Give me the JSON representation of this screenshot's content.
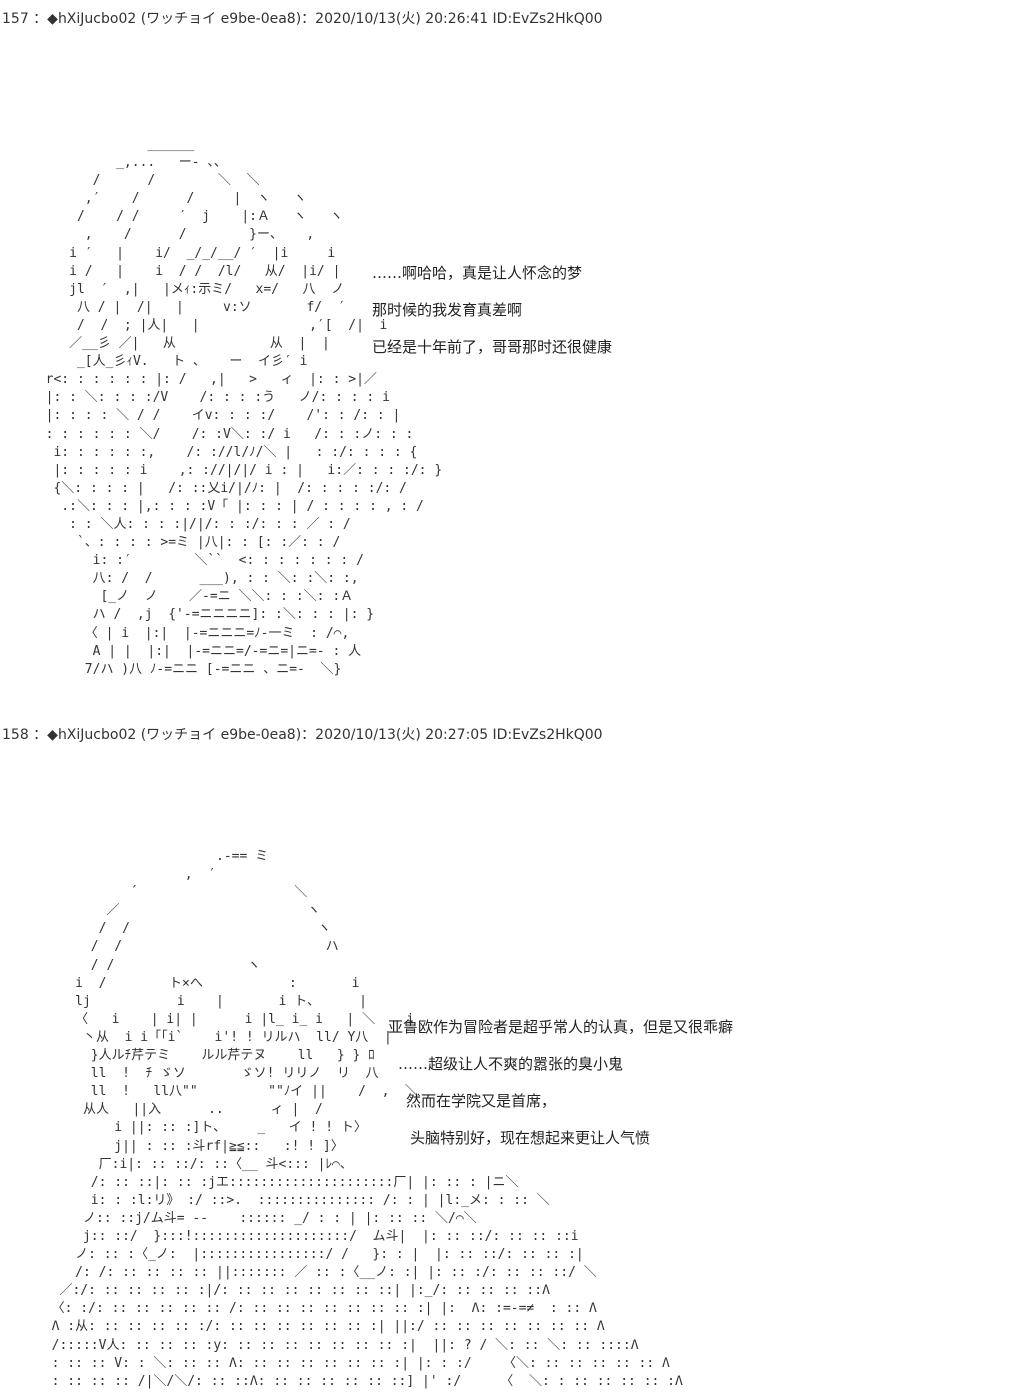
{
  "posts": [
    {
      "header": "157 ：◆hXiJucbo02 (ワッチョイ e9be-0ea8)：2020/10/13(火) 20:26:41 ID:EvZs2HkQ00",
      "lines": [
        "……啊哈哈，真是让人怀念的梦",
        "那时候的我发育真差啊",
        "已经是十年前了，哥哥那时还很健康"
      ],
      "art": "               ______\n           _,...   ー- 、、\n        /      /        ＼  ＼\n       ,′    /      /     |  ヽ   ヽ\n      /    / /     ′  j    |:Ａ   ヽ   ヽ\n       ,    /      /        }ー、   ,\n     i ′   |    i/  _/_/__/ ′  |i     i\n     i /   |    i  / /  /l/   从/  |i/ |\n     jl  ′  ,|   |メｨ:示ミ/   x=/   八  ノ\n      八 / |  /|   |     v:ソ       f/  ′\n      /  /  ; |人|   |              ,′[  /|  i\n     ／__彡 ／|   从            从  |  |\n      _[人_彡ｨV.   ト 、   ー  イ彡′ i\n  r<: : : : : : |: /   ,|   >   ィ  |: : >|／\n  |: : ＼: : : :/V    /: : : :う   ノ/: : : : i\n  |: : : : ＼ / /    イv: : : :/    /': : /: : |\n  : : : : : : ＼/    /: :V＼: :/ i   /: : :ノ: : :\n   i: : : : : :,    /: ://l/ﾉ/＼ |   : :/: : : : {\n   |: : : : : i    ,: ://|/|/ i : |   i:／: : : :/: }\n   {＼: : : : |   /: ::乂i/|/ﾉ: |  /: : : : :/: /\n    .:＼: : : |,: : : :V「 |: : : | / : : : : , : /\n     : : ＼人: : : :|/|/: : :/: : : ／ : /\n      `、: : : : >=ミ |八|: : [: :／: : /\n        i: :′        ＼``  <: : : : : : : /\n        八: /  /      ___), : : ＼: :＼: :,\n         [_ノ  ノ    ／-=ニ ＼＼: : :＼: :Ａ\n        ハ /  ,j  {'-=ニニニニ]: :＼: : : |: }\n       〈 | i  |:|  |-=ニニニ=ﾉ-一ミ  : /⌒,\n        A | |  |:|  |-=ニニ=/-=ニ=|ニ=- : 人\n       7/ハ )八 ﾉ-=ニニ [-=ニニ 、ニ=-  ＼}"
    },
    {
      "header": "158 ：◆hXiJucbo02 (ワッチョイ e9be-0ea8)：2020/10/13(火) 20:27:05 ID:EvZs2HkQ00",
      "lines": [
        "亚鲁欧作为冒险者是超乎常人的认真，但是又很乖癖",
        "……超级让人不爽的嚣张的臭小鬼",
        "然而在学院又是首席，",
        "头脑特别好，现在想起来更让人气愤"
      ],
      "art": "                       .-== ミ\n                   ,  ′\n            ´                    ＼\n         ／                        ヽ\n        /  /                        ヽ\n       /  /                          ハ\n       / /                 ヽ\n     i  /        ト×へ           :       i\n     lj           i    |       i ト、     |\n     〈   i    | i| |      i |l_ i_ i   | ＼    i\n      丶从  i i「「i`    i'! ! リルハ  ll/ Y八  |\n       }人ルﾁ芹テミ    ルル芹テヌ    ll   } } ﾛ\n       ll  !  ﾁ ゞソ       ゞソ! リリノ  リ  八\n       ll  !   ll八\"\"         \"\"ﾉイ ||    /  ,  ＼\n      从人   ||入      ..      ィ |  /\n          i ||: :: :]ト、    _   イ ! ! ト〉\n          j|| : :: :斗rf|≧≦::   :! ! ]〉\n        厂:i|: :: ::/: ::〈__ 斗<::: |ﾚ⌒、\n       /: :: ::|: :: :jエ:::::::::::::::::::::厂| |: :: : |ニ＼\n       i: : :l:リ》 :/ ::>.  ::::::::::::::: /: : | |l:_メ: : :: ＼\n      ノ:: ::j/ム斗= --    :::::: _/ : : | |: :: :: ＼/⌒＼\n      j:: ::/  }:::!::::::::::::::::::::/  ム斗|  |: :: ::/: :: :: ::i\n     ノ: :: :〈_ノ:  |::::::::::::::::/ /   }: : |  |: :: ::/: :: :: :|\n     /: /: :: :: :: :: ||::::::: ／ :: :〈__ノ: :| |: :: :/: :: :: ::/ ＼\n   ／:/: :: :: :: :: :|/: :: :: :: :: :: :: ::| |:_/: :: :: :: ::Λ\n  〈: :/: :: :: :: :: :: /: :: :: :: :: :: :: :: :| |:  Λ: :=-=≠  : :: Λ\n  Λ :从: :: :: :: :: :/: :: :: :: :: :: :: :| ||:/ :: :: :: :: :: :: :: Λ\n  /:::::V人: :: :: :: :y: :: :: :: :: :: :: :: :|  ||: ? / ＼: :: ＼: :: ::::Λ\n  : :: :: V: : ＼: :: :: Λ: :: :: :: :: :: :: :| |: : :/    〈＼: :: :: :: :: :: Λ\n  : :: :: :: /|＼/＼/: :: ::Λ: :: :: :: :: :: ::] |' :/     〈  ＼: : :: :: :: :: :Λ"
    }
  ]
}
